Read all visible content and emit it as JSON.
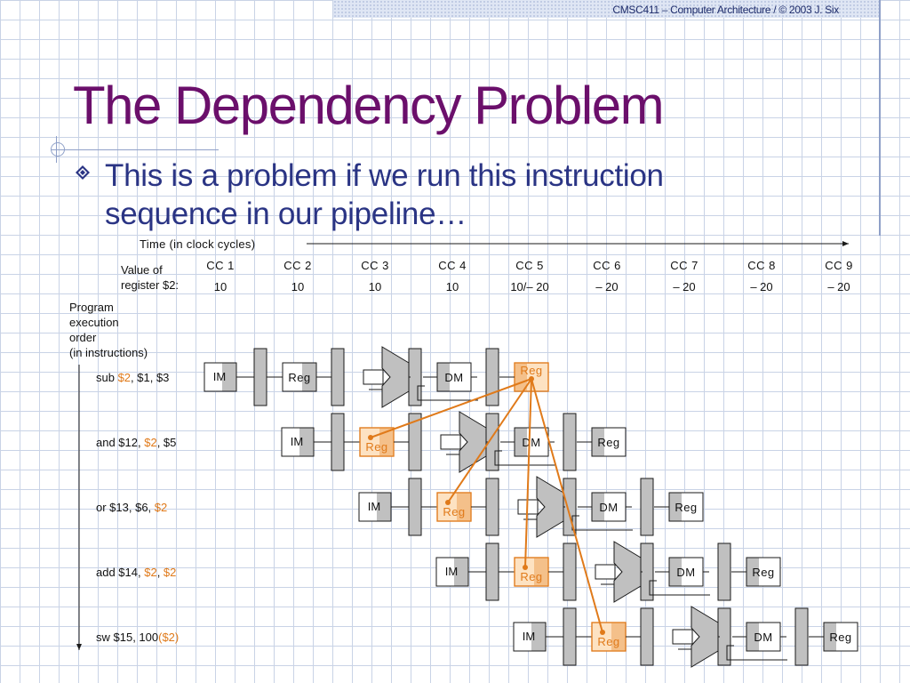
{
  "header": {
    "text": "CMSC411 – Computer Architecture / © 2003 J. Six"
  },
  "title": "The Dependency Problem",
  "bullet": {
    "text": "This is a problem if we run this instruction sequence in our pipeline…",
    "icon": "diamond-bullet-icon"
  },
  "colors": {
    "title": "#6b0f6b",
    "bullet_text": "#2a3484",
    "highlight": "#e07a1a",
    "highlight_fill": "#fde2c2",
    "shade": "#c0c0c0"
  },
  "diagram": {
    "time_label": "Time (in clock cycles)",
    "value_label_line1": "Value of",
    "value_label_line2": "register $2:",
    "order_label": [
      "Program",
      "execution",
      "order",
      "(in instructions)"
    ],
    "cycles": [
      "CC 1",
      "CC 2",
      "CC 3",
      "CC 4",
      "CC 5",
      "CC 6",
      "CC 7",
      "CC 8",
      "CC 9"
    ],
    "reg_values": [
      "10",
      "10",
      "10",
      "10",
      "10/– 20",
      "– 20",
      "– 20",
      "– 20",
      "– 20"
    ],
    "stage_labels": {
      "im": "IM",
      "reg": "Reg",
      "dm": "DM"
    },
    "instructions": [
      {
        "parts": [
          {
            "t": "sub ",
            "hl": false
          },
          {
            "t": "$2",
            "hl": true
          },
          {
            "t": ", $1, $3",
            "hl": false
          }
        ],
        "start": 0,
        "read_hl": false,
        "write_hl": true
      },
      {
        "parts": [
          {
            "t": "and $12, ",
            "hl": false
          },
          {
            "t": "$2",
            "hl": true
          },
          {
            "t": ", $5",
            "hl": false
          }
        ],
        "start": 1,
        "read_hl": true,
        "write_hl": false
      },
      {
        "parts": [
          {
            "t": "or $13, $6, ",
            "hl": false
          },
          {
            "t": "$2",
            "hl": true
          }
        ],
        "start": 2,
        "read_hl": true,
        "write_hl": false
      },
      {
        "parts": [
          {
            "t": "add $14, ",
            "hl": false
          },
          {
            "t": "$2",
            "hl": true
          },
          {
            "t": ", ",
            "hl": false
          },
          {
            "t": "$2",
            "hl": true
          }
        ],
        "start": 3,
        "read_hl": true,
        "write_hl": false
      },
      {
        "parts": [
          {
            "t": "sw $15, 100",
            "hl": false
          },
          {
            "t": "($2)",
            "hl": true
          }
        ],
        "start": 4,
        "read_hl": true,
        "write_hl": false
      }
    ]
  }
}
